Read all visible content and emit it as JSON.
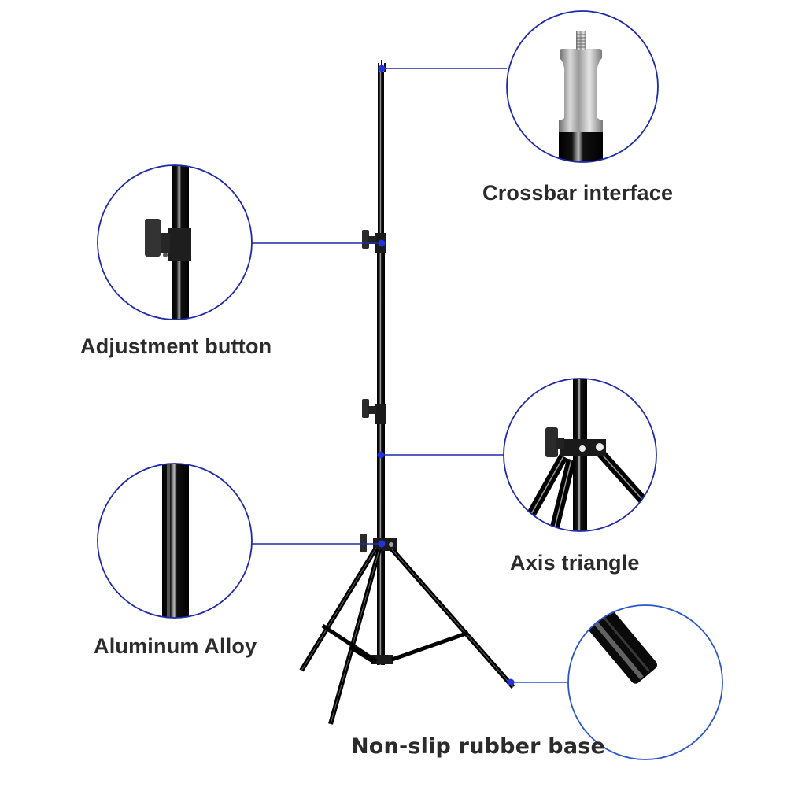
{
  "image": {
    "background": "#ffffff",
    "accent_color": "#1f2aa8",
    "dot_color": "#2233dd",
    "subject": "light-stand-tripod"
  },
  "callouts": [
    {
      "id": "crossbar",
      "label": "Crossbar interface",
      "detail_icon": "spigot-adapter-icon"
    },
    {
      "id": "adjustment",
      "label": "Adjustment button",
      "detail_icon": "lock-knob-icon"
    },
    {
      "id": "axis",
      "label": "Axis triangle",
      "detail_icon": "leg-hub-icon"
    },
    {
      "id": "alloy",
      "label": "Aluminum Alloy",
      "detail_icon": "tube-icon"
    },
    {
      "id": "base",
      "label": "Non-slip rubber base",
      "detail_icon": "rubber-foot-icon"
    }
  ]
}
